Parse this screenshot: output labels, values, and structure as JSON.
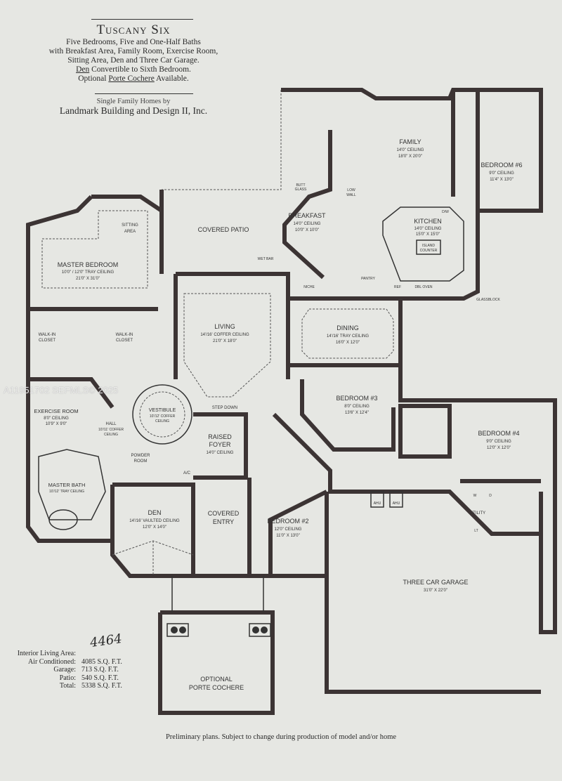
{
  "header": {
    "title": "Tuscany Six",
    "lines": [
      "Five Bedrooms, Five and One-Half Baths",
      "with Breakfast Area, Family Room, Exercise Room,",
      "Sitting Area, Den and Three Car Garage."
    ],
    "den_word": "Den",
    "den_rest": " Convertible to Sixth Bedroom.",
    "optional_word": "Optional ",
    "porte_word": "Porte Cochere",
    "available_word": " Available.",
    "builder_intro": "Single Family Homes by",
    "builder": "Landmark Building and Design II, Inc."
  },
  "rooms": {
    "master_bedroom": {
      "name": "MASTER BEDROOM",
      "ceiling": "10'0\" / 12'0\" TRAY CEILING",
      "size": "21'0\" X 31'0\""
    },
    "sitting_area": {
      "name": "SITTING",
      "name2": "AREA"
    },
    "covered_patio": {
      "name": "COVERED PATIO"
    },
    "breakfast": {
      "name": "BREAKFAST",
      "ceiling": "14'0\" CEILING",
      "size": "10'0\" X 10'0\""
    },
    "family": {
      "name": "FAMILY",
      "ceiling": "14'0\" CEILING",
      "size": "18'0\" X 20'0\""
    },
    "bedroom6": {
      "name": "BEDROOM #6",
      "ceiling": "9'0\" CEILING",
      "size": "11'4\" X 13'0\""
    },
    "kitchen": {
      "name": "KITCHEN",
      "ceiling": "14'0\" CEILING",
      "size": "15'0\" X 15'0\""
    },
    "island": {
      "name": "ISLAND",
      "name2": "COUNTER"
    },
    "living": {
      "name": "LIVING",
      "ceiling": "14'/16' COFFER CEILING",
      "size": "21'0\" X 18'0\""
    },
    "dining": {
      "name": "DINING",
      "ceiling": "14'/16' TRAY CEILING",
      "size": "16'0\" X 12'0\""
    },
    "walkin_left": {
      "name": "WALK-IN",
      "name2": "CLOSET"
    },
    "walkin_right": {
      "name": "WALK-IN",
      "name2": "CLOSET"
    },
    "exercise": {
      "name": "EXERCISE ROOM",
      "ceiling": "8'0\" CEILING",
      "size": "10'9\" X 9'0\""
    },
    "hall": {
      "name": "HALL",
      "ceiling": "10'/11' COFFER",
      "size": "CEILING"
    },
    "vestibule": {
      "name": "VESTIBULE",
      "ceiling": "10'/12' COFFER",
      "size": "CEILING"
    },
    "raised_foyer": {
      "name": "RAISED",
      "name2": "FOYER",
      "ceiling": "14'0\" CEILING"
    },
    "bedroom3": {
      "name": "BEDROOM #3",
      "ceiling": "8'0\" CEILING",
      "size": "13'6\" X 12'4\""
    },
    "bedroom4": {
      "name": "BEDROOM #4",
      "ceiling": "9'0\" CEILING",
      "size": "12'0\" X 12'0\""
    },
    "master_bath": {
      "name": "MASTER BATH",
      "ceiling": "10'/12' TRAY CEILING"
    },
    "powder": {
      "name": "POWDER",
      "name2": "ROOM"
    },
    "den": {
      "name": "DEN",
      "ceiling": "14'/16' VAULTED CEILING",
      "size": "12'0\" X 14'0\""
    },
    "covered_entry": {
      "name": "COVERED",
      "name2": "ENTRY"
    },
    "bedroom2": {
      "name": "BEDROOM #2",
      "ceiling": "12'0\" CEILING",
      "size": "11'0\" X 13'0\""
    },
    "utility": {
      "name": "UTILITY"
    },
    "garage": {
      "name": "THREE CAR GARAGE",
      "size": "31'0\" X 22'0\""
    },
    "porte": {
      "name": "OPTIONAL",
      "name2": "PORTE COCHERE"
    }
  },
  "fixtures": {
    "butt_glass": "BUTT",
    "butt_glass2": "GLASS",
    "low_wall": "LOW",
    "low_wall2": "WALL",
    "wet_bar": "WET BAR",
    "niche": "NICHE",
    "pantry": "PANTRY",
    "ref": "REF",
    "dbl_oven": "DBL OVEN",
    "dw": "D/W",
    "glassblock": "GLASSBLOCK",
    "step_down": "STEP DOWN",
    "ac": "A/C",
    "ahu": "AHU",
    "wd": "W",
    "dd": "D",
    "lt": "LT"
  },
  "stats": [
    {
      "label": "Interior Living Area:",
      "value": ""
    },
    {
      "label": "Air Conditioned:",
      "value": "4085 S.Q. F.T."
    },
    {
      "label": "Garage:",
      "value": "713 S.Q. F.T."
    },
    {
      "label": "Patio:",
      "value": "540 S.Q. F.T."
    },
    {
      "label": "Total:",
      "value": "5338 S.Q. F.T."
    }
  ],
  "handwritten_area": "4464",
  "footer": "Preliminary plans. Subject to change during production of model and/or home",
  "watermark": "A11951702  SEFMLS© 2025"
}
